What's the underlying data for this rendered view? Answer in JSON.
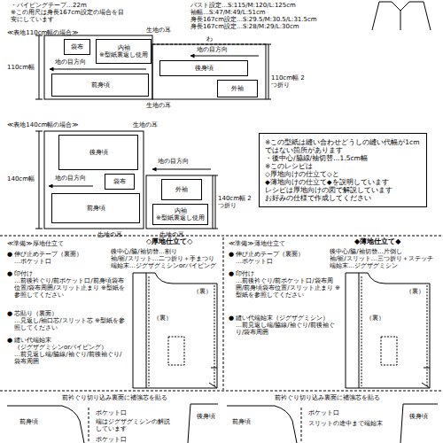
{
  "diagram": {
    "nodes": [
      {
        "text": [
          "袋布"
        ]
      },
      {
        "text": [
          "内袖",
          "※型紙裏返し使用"
        ]
      },
      {
        "text": [
          "前身頃"
        ]
      },
      {
        "text": [
          "後身頃"
        ]
      },
      {
        "text": [
          "外袖"
        ]
      },
      {
        "text": [
          "後身頃"
        ]
      },
      {
        "text": [
          "袋布"
        ]
      },
      {
        "text": [
          "前身頃"
        ]
      },
      {
        "text": [
          "外袖"
        ]
      },
      {
        "text": [
          "内袖",
          "※型紙裏返し使用"
        ]
      },
      {
        "text": [
          "※この型紙は縫い合わせどうしの縫い代幅が1cmではない箇所があります",
          "・後中心/脇線/袖切替…1.5cm幅",
          "※このレシピは",
          "◇厚地向けの仕立て◇と",
          "◆薄地向けの仕立て◆を説明しています",
          "レシピは厚地向けの図で解説しています",
          "お好みの仕様で作成してください"
        ]
      }
    ],
    "labels": [
      "・パイピングテープ…22m",
      "※この用尺は身長167cm設定の場合を目安にしています",
      "バスト設定…S:115/M:120/L:125cm",
      "袖幅…S:47/M:49/L:51cm",
      "身長167cm設定…S:29.5/M:30.5/L:31.5cm",
      "身長167cm設定…S:28/M:29/L:30cm",
      "≪表地110cm幅の場合≫",
      "生地の耳",
      "地の目方向",
      "110cm幅",
      "わ",
      "地の目方向",
      "110cm幅 2つ折り",
      "生地の耳",
      "≪表地140cm幅の場合≫",
      "生地の耳",
      "地の目方向",
      "140cm幅",
      "地の目方向",
      "140cm幅 2つ折り",
      "生地の耳",
      "生地の耳",
      "≪準備≫厚地仕立て",
      "◇厚地仕立て◇",
      "後中心/脇/袖切替…割り",
      "袖/裾/スリット…二つ折り＋手まつり",
      "端始末…ジグザグミシンorパイピング",
      "● 伸び止めテープ（裏面）",
      "…ポケット口",
      "● 印付け",
      "…前後衿ぐり/前ポケット口/前身頃袋布位置/袋布周囲/スリット止まり ※型紙を参照してください",
      "● 芯貼り（裏面）",
      "…見返し/袖口芯/スリット芯 ※型紙を参照してください",
      "● 縫い代端始末",
      "（ジグザグミシンorパイピング）",
      "…前見返し端/脇線/袖ぐり/前後袖ぐり/袋布周囲",
      "≪準備≫薄地仕立て",
      "◆薄地仕立て◆",
      "後中心/脇/袖切替…片倒し",
      "袖/裾/スリット…三つ折り＋ステッチ",
      "端始末…ジグザグミシン",
      "● 伸び止めテープ（裏面）",
      "…ポケット口",
      "● 印付け",
      "…前後衿ぐり/前ポケット口/袋布周囲/前身頃袋布位置/スリット止まり ※型紙を参照してください",
      "● 縫い代端始末（ジグザグミシン）",
      "…前見返し端/脇線/袖ぐり/前後袖ぐり/袋布周囲",
      "（裏）",
      "（裏）",
      "（裏）",
      "（裏）",
      "前衿ぐり切り込み裏面に補強芯を貼る",
      "前身頃",
      "後身頃",
      "ポケット口",
      "端はジグザグミシンの解説しています",
      "ポケット口",
      "前衿ぐり切り込み裏面に補強芯を貼る",
      "前身頃",
      "後身頃",
      "ポケット口",
      "スリットの途中まで端始末"
    ]
  }
}
